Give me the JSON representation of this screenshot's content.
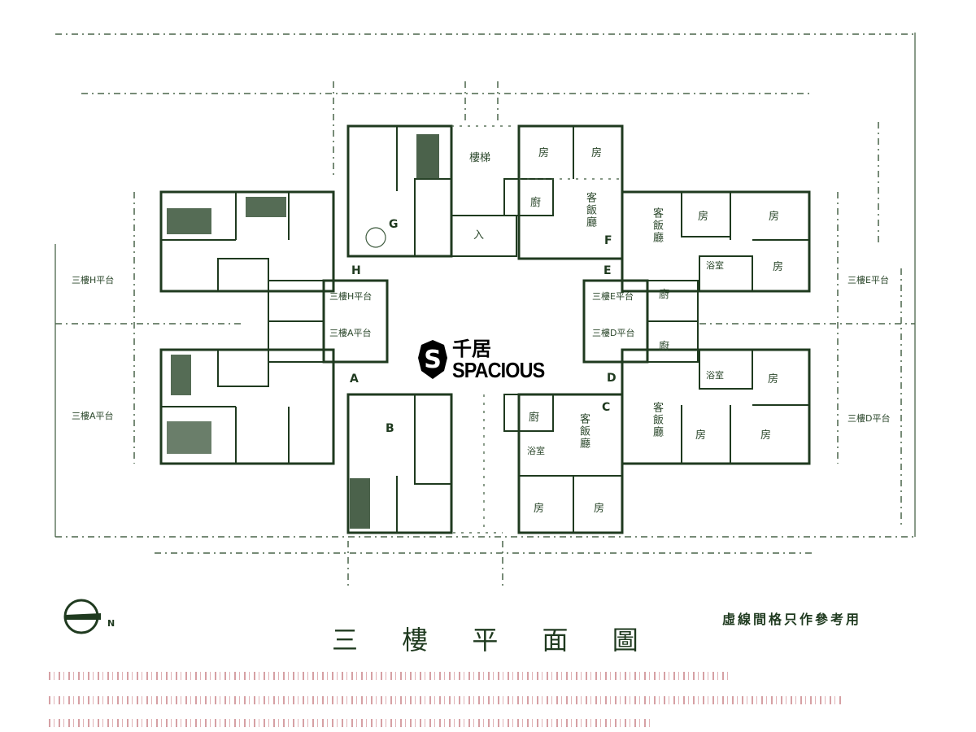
{
  "plan": {
    "title": "三 樓 平 面 圖",
    "note": "虛線間格只作參考用",
    "north_label": "N",
    "units": {
      "A": "A",
      "B": "B",
      "C": "C",
      "D": "D",
      "E": "E",
      "F": "F",
      "G": "G",
      "H": "H"
    },
    "rooms": {
      "bedroom": "房",
      "living_dining": "客飯廳",
      "kitchen": "廚",
      "bathroom": "浴室",
      "stair": "樓梯",
      "entry": "入"
    },
    "platforms": {
      "h": "三樓H平台",
      "a": "三樓A平台",
      "e": "三樓E平台",
      "d": "三樓D平台"
    }
  },
  "logo": {
    "chinese": "千居",
    "english": "SPACIOUS"
  },
  "colors": {
    "line": "#1f3a1f",
    "disclaimer": "#b5525a"
  }
}
